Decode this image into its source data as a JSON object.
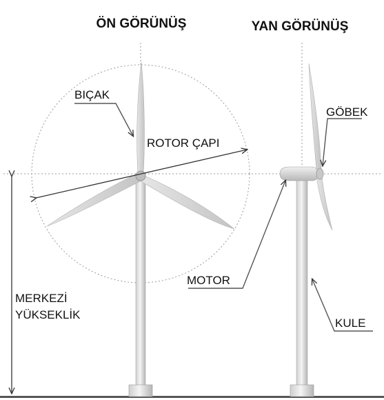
{
  "titles": {
    "front_view": "ÖN GÖRÜNÜŞ",
    "side_view": "YAN GÖRÜNÜŞ"
  },
  "labels": {
    "blade": "BIÇAK",
    "rotor_diameter": "ROTOR ÇAPI",
    "hub": "GÖBEK",
    "motor": "MOTOR",
    "tower": "KULE",
    "hub_height_line1": "MERKEZİ",
    "hub_height_line2": "YÜKSEKLİK"
  },
  "colors": {
    "tower_light": "#f2f2f2",
    "tower_dark": "#bdbdbd",
    "blade": "#d9d9d9",
    "ground": "#555555",
    "guide": "#9a9a9a"
  }
}
